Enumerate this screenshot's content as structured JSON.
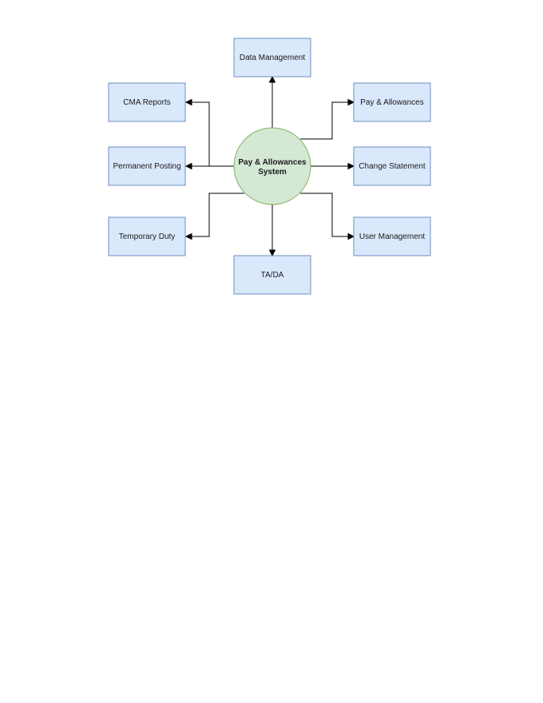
{
  "diagram": {
    "center": {
      "line1": "Pay & Allowances",
      "line2": "System"
    },
    "nodes": {
      "data_management": "Data Management",
      "cma_reports": "CMA Reports",
      "pay_allowances": "Pay & Allowances",
      "permanent_posting": "Permanent Posting",
      "change_statement": "Change Statement",
      "temporary_duty": "Temporary Duty",
      "user_management": "User Management",
      "tada": "TA/DA"
    },
    "colors": {
      "box_fill": "#dae8fc",
      "box_stroke": "#6c8ebf",
      "center_fill": "#d5e8d4",
      "center_stroke": "#82b366"
    }
  }
}
